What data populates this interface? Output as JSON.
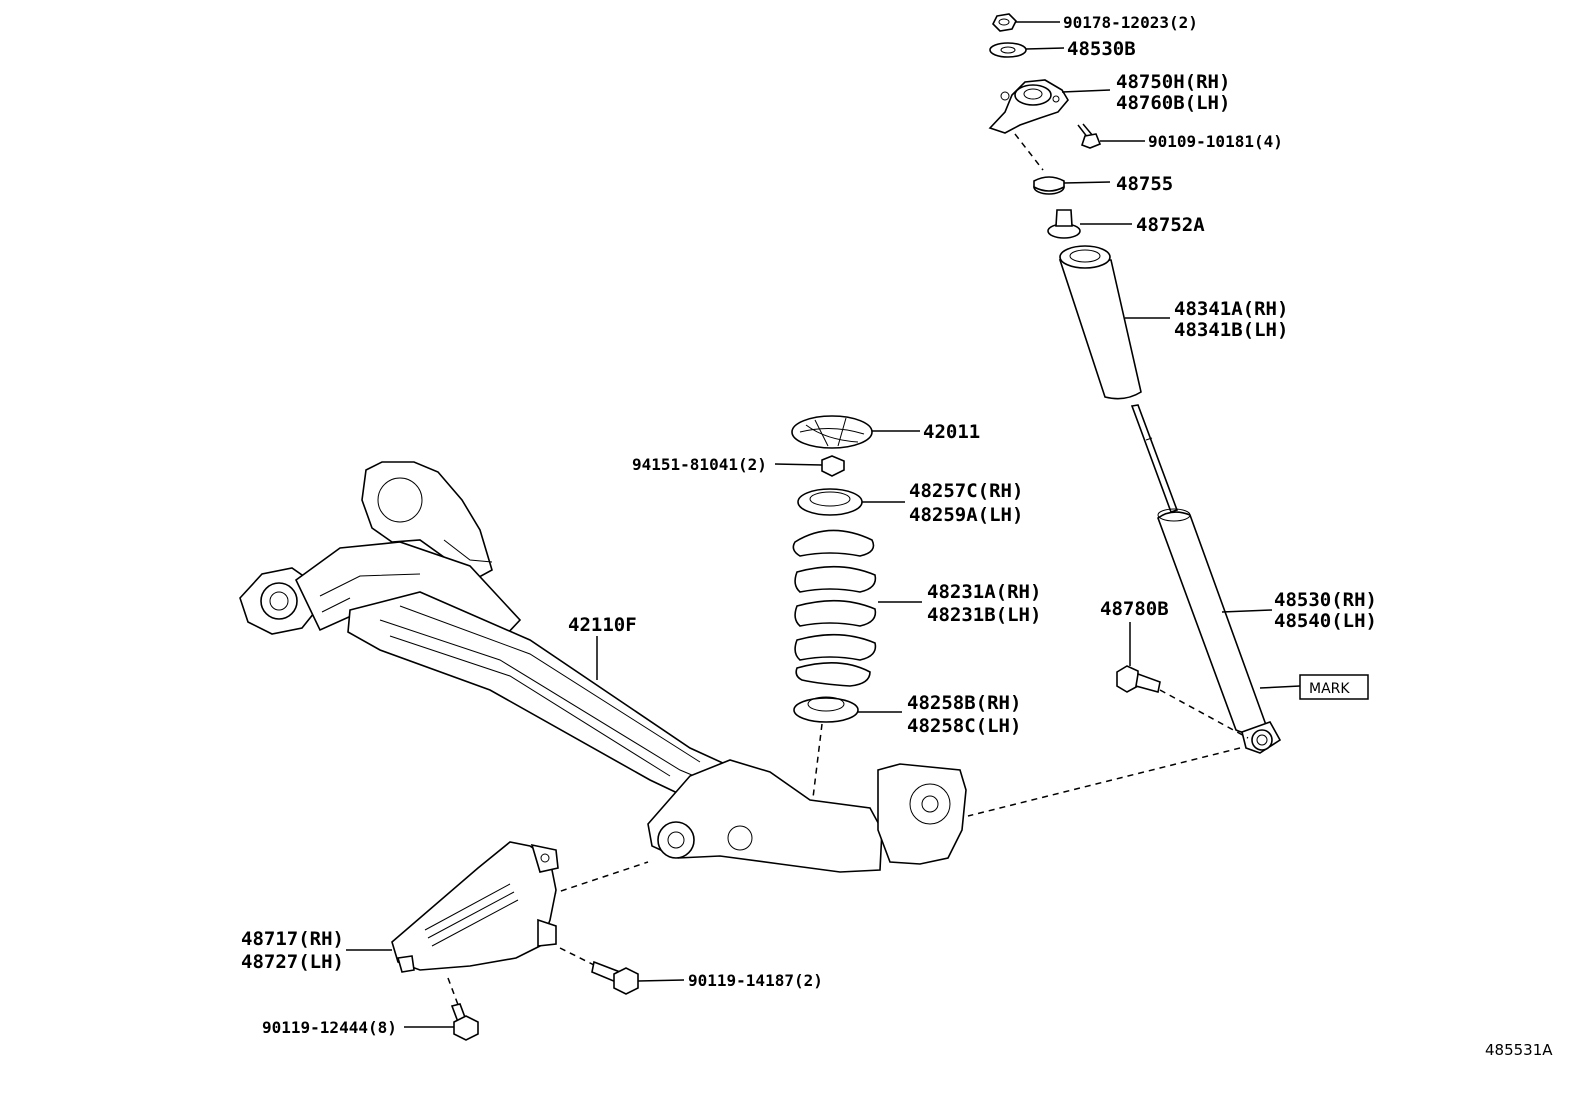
{
  "diagram": {
    "figure_number": "485531A",
    "mark_label": "MARK",
    "parts": {
      "nut_top": "90178-12023(2)",
      "washer_top": "48530B",
      "support_rh": "48750H(RH)",
      "support_lh": "48760B(LH)",
      "support_bolt": "90109-10181(4)",
      "bushing": "48755",
      "bound_stopper": "48752A",
      "boot_rh": "48341A(RH)",
      "boot_lh": "48341B(LH)",
      "seat_42011": "42011",
      "nut_94151": "94151-81041(2)",
      "upper_insulator_rh": "48257C(RH)",
      "upper_insulator_lh": "48259A(LH)",
      "coil_spring_rh": "48231A(RH)",
      "coil_spring_lh": "48231B(LH)",
      "lower_insulator_rh": "48258B(RH)",
      "lower_insulator_lh": "48258C(LH)",
      "axle_beam": "42110F",
      "shock_bolt": "48780B",
      "absorber_rh": "48530(RH)",
      "absorber_lh": "48540(LH)",
      "bracket_rh": "48717(RH)",
      "bracket_lh": "48727(LH)",
      "bracket_bolt_a": "90119-14187(2)",
      "bracket_bolt_b": "90119-12444(8)"
    }
  }
}
